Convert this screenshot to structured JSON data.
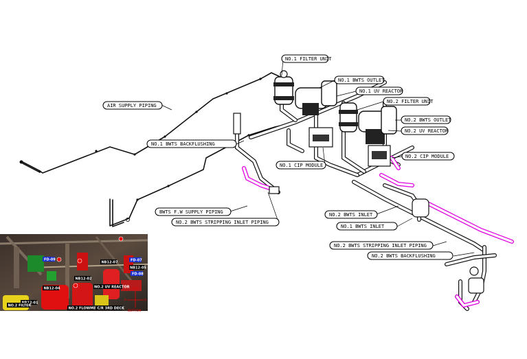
{
  "labels": {
    "filter_unit_1": "NO.1 FILTER UNIT",
    "bwts_outlet_1": "NO.1 BWTS OUTLET",
    "uv_reactor_1": "NO.1 UV REACTOR",
    "filter_unit_2": "NO.2 FILTER UNIT",
    "bwts_outlet_2": "NO.2 BWTS OUTLET",
    "uv_reactor_2": "NO.2 UV REACTOR",
    "air_supply": "AIR SUPPLY PIPING",
    "bwts_backflushing_1": "NO.1 BWTS BACKFLUSHING",
    "cip_module_2": "NO.2 CIP MODULE",
    "cip_module_1": "NO.1 CIP MODULE",
    "fw_supply": "BWTS F.W SUPPLY PIPING",
    "stripping_inlet_2_upper": "NO.2 BWTS STRIPPING INLET PIPING",
    "bwts_inlet_2": "NO.2 BWTS INLET",
    "bwts_inlet_1": "NO.1 BWTS INLET",
    "stripping_inlet_2_lower": "NO.2 BWTS STRIPPING INLET PIPING",
    "bwts_backflushing_2": "NO.2 BWTS BACKFLUSHING"
  },
  "photo": {
    "tags": [
      "FD-09",
      "FD-07",
      "FD-08",
      "NB12-07",
      "NB12-05",
      "NB12-02",
      "NB12-04",
      "NB12-01"
    ],
    "captions": [
      "NO.2 FILTER",
      "NO.2 FLOWMETER",
      "C/R 3RD DECK",
      "NO.2 UV REACTOR"
    ],
    "orientation": {
      "top": "TOP",
      "bottom": "BOTTOM",
      "left": "P",
      "right": "S"
    }
  }
}
